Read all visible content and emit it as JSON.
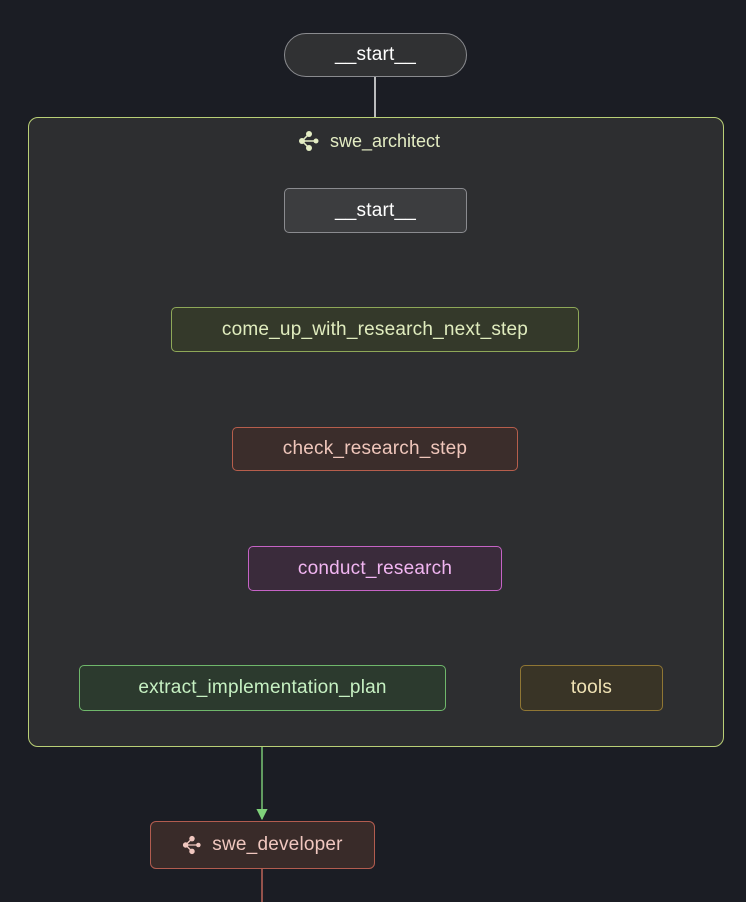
{
  "colors": {
    "background": "#1b1d24",
    "group_border": "#b9cf76",
    "start": "#ffffff",
    "research_next": "#9ab85f",
    "check": "#c26a55",
    "conduct": "#d46bd4",
    "extract": "#7fd17a",
    "tools": "#a88a3e",
    "developer": "#c96a5c"
  },
  "graph": {
    "top_start": {
      "label": "__start__"
    },
    "group": {
      "title": "swe_architect",
      "icon": "subgraph-icon",
      "nodes": {
        "inner_start": {
          "label": "__start__"
        },
        "research_next": {
          "label": "come_up_with_research_next_step"
        },
        "check": {
          "label": "check_research_step"
        },
        "conduct": {
          "label": "conduct_research"
        },
        "extract": {
          "label": "extract_implementation_plan"
        },
        "tools": {
          "label": "tools"
        }
      }
    },
    "developer": {
      "label": "swe_developer",
      "icon": "subgraph-icon"
    }
  }
}
